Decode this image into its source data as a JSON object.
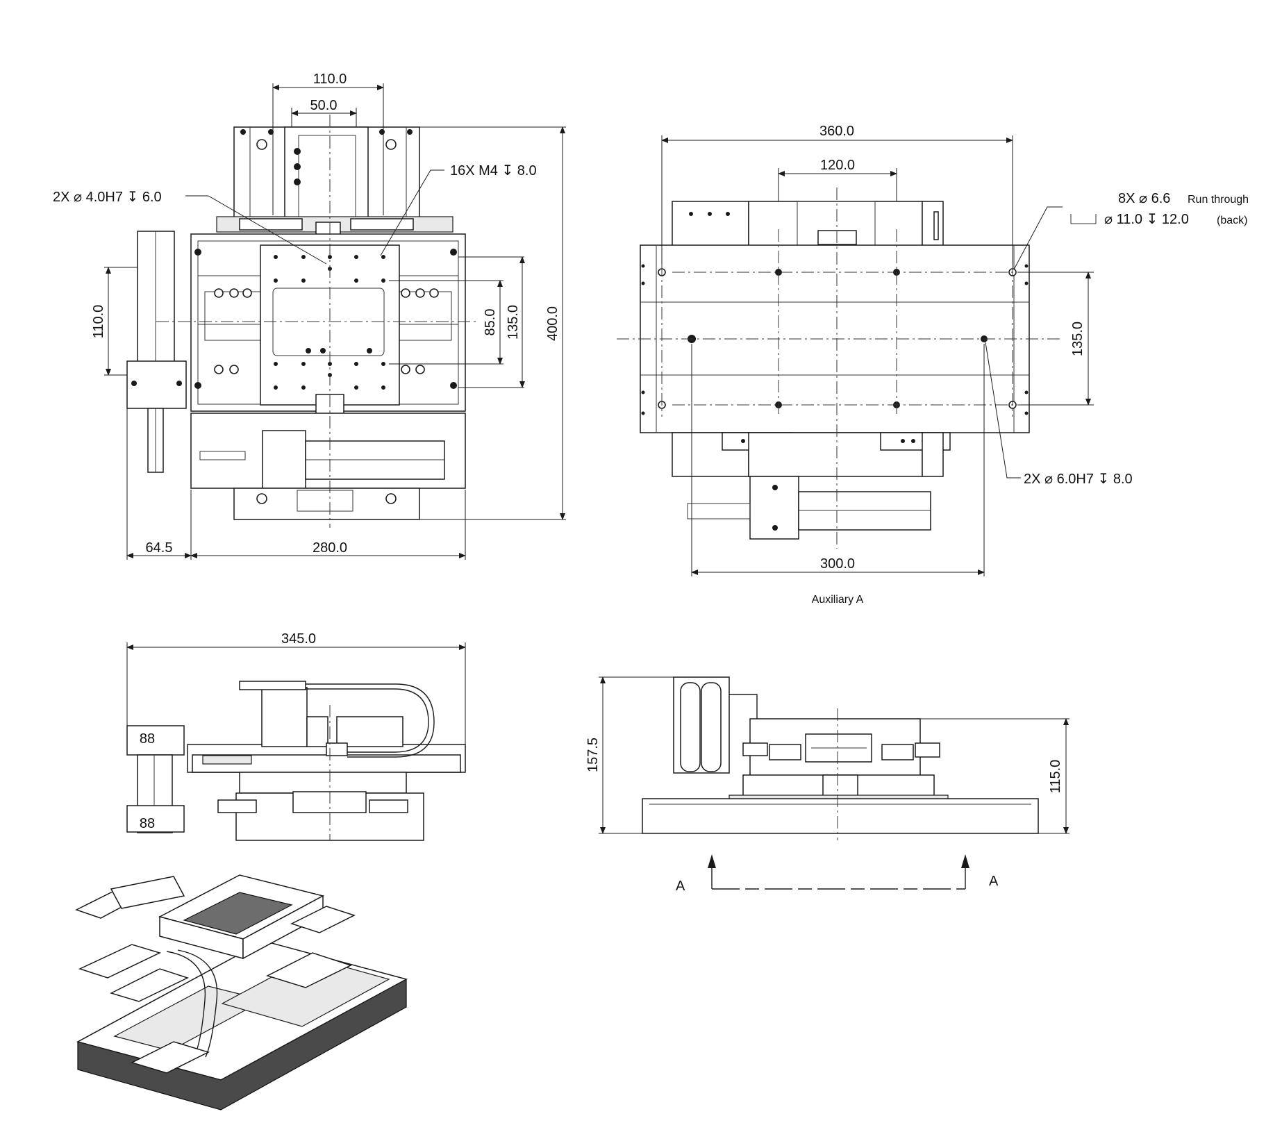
{
  "top_view": {
    "dim_width_110": "110.0",
    "dim_width_50": "50.0",
    "callout_threads": "16X M4 ↧ 8.0",
    "callout_pins": "2X ⌀ 4.0H7 ↧ 6.0",
    "dim_left_110": "110.0",
    "dim_85": "85.0",
    "dim_135": "135.0",
    "dim_400": "400.0",
    "dim_64_5": "64.5",
    "dim_280": "280.0"
  },
  "aux_view": {
    "dim_360": "360.0",
    "dim_120": "120.0",
    "callout_holes_line1": "8X ⌀ 6.6",
    "callout_holes_note1": "Run through",
    "callout_holes_line2": "⌀ 11.0 ↧ 12.0",
    "callout_holes_note2": "(back)",
    "dim_135": "135.0",
    "callout_pins": "2X ⌀ 6.0H7 ↧ 8.0",
    "dim_300": "300.0",
    "caption": "Auxiliary A"
  },
  "front_view": {
    "dim_345": "345.0"
  },
  "side_view": {
    "dim_157_5": "157.5",
    "dim_115": "115.0",
    "section_left": "A",
    "section_right": "A"
  }
}
